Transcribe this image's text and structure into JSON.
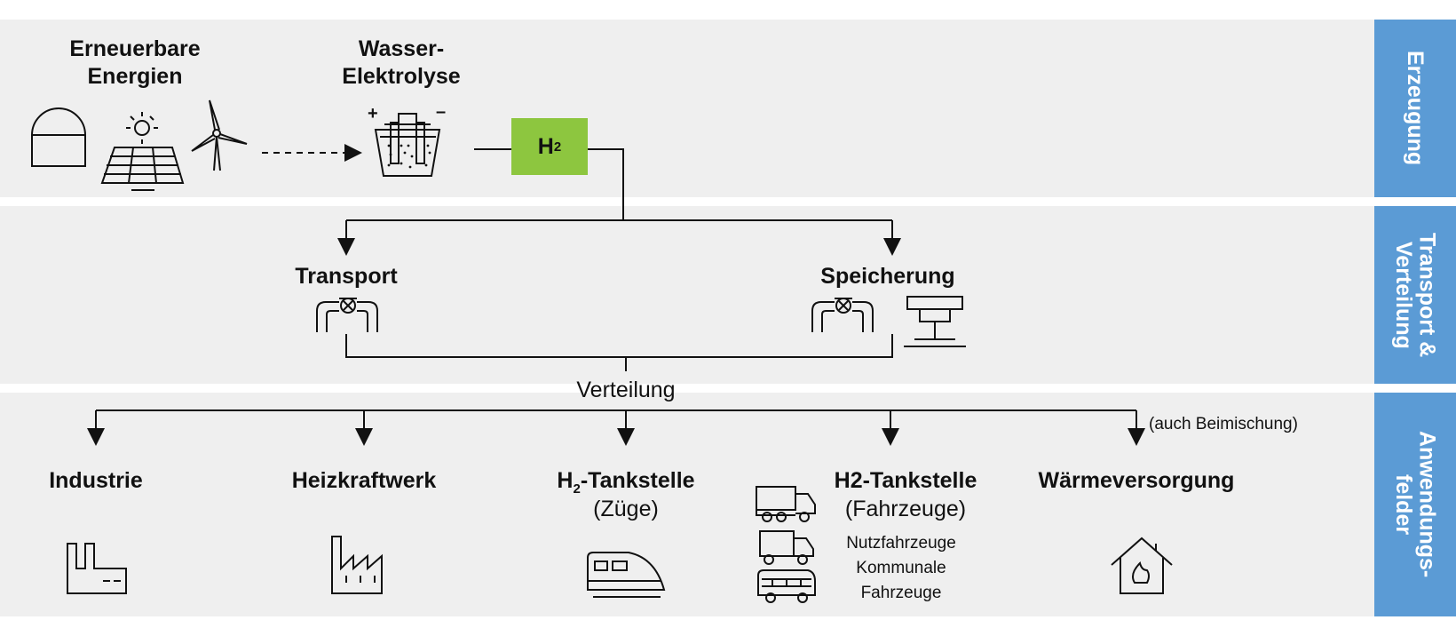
{
  "side_labels": {
    "erzeugung": "Erzeugung",
    "transport": "Transport &\nVerteilung",
    "anwendung": "Anwendungs-\nfelder"
  },
  "erzeugung": {
    "erneuerbare": "Erneuerbare\nEnergien",
    "elektrolyse": "Wasser-\nElektrolyse",
    "h2": "H",
    "h2_sub": "2",
    "plus": "+",
    "minus": "–"
  },
  "verteilung": {
    "transport": "Transport",
    "speicherung": "Speicherung",
    "verteilung": "Verteilung",
    "beimischung": "(auch Beimischung)"
  },
  "anwendung": {
    "industrie": "Industrie",
    "heizkraftwerk": "Heizkraftwerk",
    "tank_zuege_h": "H",
    "tank_zuege_sub": "2",
    "tank_zuege_rest": "-Tankstelle",
    "tank_zuege_line2": "(Züge)",
    "tank_fahrzeuge": "H2-Tankstelle",
    "tank_fahrzeuge_line2": "(Fahrzeuge)",
    "nutzfahrzeuge": "Nutzfahrzeuge",
    "kommunale": "Kommunale",
    "fahrzeuge": "Fahrzeuge",
    "waerme": "Wärmeversorgung"
  },
  "colors": {
    "band": "#efefef",
    "side": "#5b9bd5",
    "h2_box": "#8dc63f",
    "line": "#111111"
  }
}
